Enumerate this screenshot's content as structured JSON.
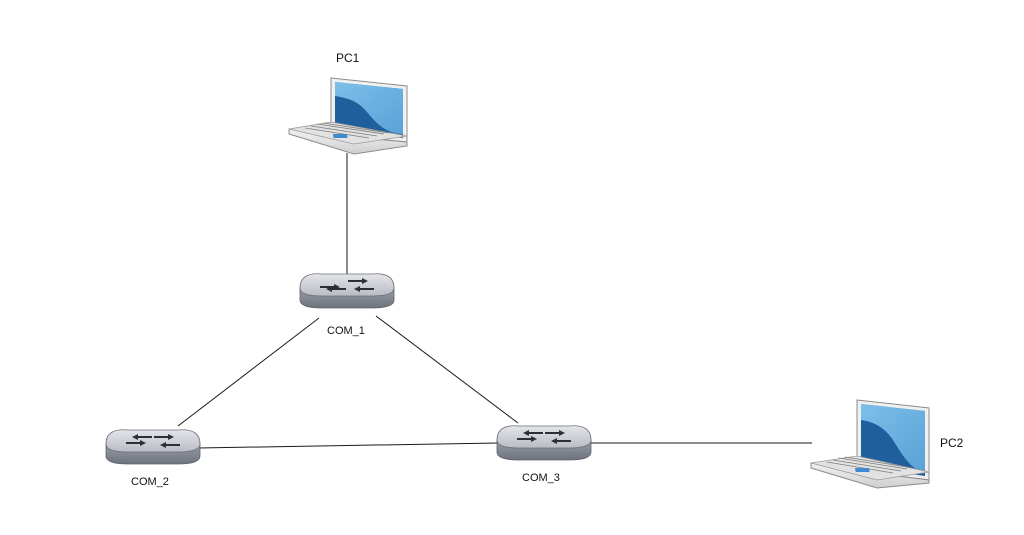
{
  "diagram": {
    "nodes": [
      {
        "id": "pc1",
        "kind": "laptop",
        "icon": "laptop-icon",
        "label": "PC1"
      },
      {
        "id": "com1",
        "kind": "switch",
        "icon": "switch-icon",
        "label": "COM_1"
      },
      {
        "id": "com2",
        "kind": "switch",
        "icon": "switch-icon",
        "label": "COM_2"
      },
      {
        "id": "com3",
        "kind": "switch",
        "icon": "switch-icon",
        "label": "COM_3"
      },
      {
        "id": "pc2",
        "kind": "laptop",
        "icon": "laptop-icon",
        "label": "PC2"
      }
    ],
    "links": [
      {
        "from": "pc1",
        "to": "com1"
      },
      {
        "from": "com1",
        "to": "com2"
      },
      {
        "from": "com1",
        "to": "com3"
      },
      {
        "from": "com2",
        "to": "com3"
      },
      {
        "from": "com3",
        "to": "pc2"
      }
    ],
    "colors": {
      "link": "#1a1a1a",
      "screen": "#2f6fb0",
      "screen_light": "#6fb3e2",
      "laptop_body": "#e6e6e6",
      "switch_top": "#c8cad0",
      "switch_side": "#8a8e98"
    }
  }
}
